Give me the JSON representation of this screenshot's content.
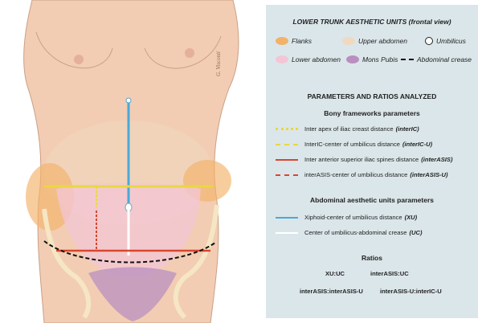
{
  "figure": {
    "signature": "G. Visconti",
    "title": "LOWER TRUNK AESTHETIC UNITS (frontal view)",
    "legend": [
      {
        "label": "Flanks",
        "color": "#f2b26a"
      },
      {
        "label": "Upper abdomen",
        "color": "#f0d9bf"
      },
      {
        "label": "Umbilicus",
        "color": "#ffffff"
      },
      {
        "label": "Lower abdomen",
        "color": "#f3c6d6"
      },
      {
        "label": "Mons Pubis",
        "color": "#b98fbf"
      },
      {
        "label": "Abdominal crease",
        "color": "#111111"
      }
    ],
    "section_params": "PARAMETERS AND RATIOS ANALYZED",
    "bony_heading": "Bony frameworks parameters",
    "bony_params": [
      {
        "text": "Inter apex of iliac creast distance",
        "abbr": "(interIC)",
        "color": "#e8d840"
      },
      {
        "text": "InterIC-center of umbilicus distance",
        "abbr": "(interIC-U)",
        "color": "#e8d840"
      },
      {
        "text": "Inter anterior superior iliac spines distance",
        "abbr": "(interASIS)",
        "color": "#d8462f"
      },
      {
        "text": "interASIS-center of umbilicus distance",
        "abbr": "(interASIS-U)",
        "color": "#d8462f"
      }
    ],
    "abdominal_heading": "Abdominal aesthetic units parameters",
    "abdominal_params": [
      {
        "text": "Xiphoid-center of umbilicus distance",
        "abbr": "(XU)",
        "color": "#4aa8d8"
      },
      {
        "text": "Center of umbilicus-abdominal crease",
        "abbr": "(UC)",
        "color": "#ffffff"
      }
    ],
    "ratios_heading": "Ratios",
    "ratios": [
      "XU:UC",
      "interASIS:UC",
      "interASIS:interASIS-U",
      "interASIS-U:interIC-U"
    ]
  }
}
